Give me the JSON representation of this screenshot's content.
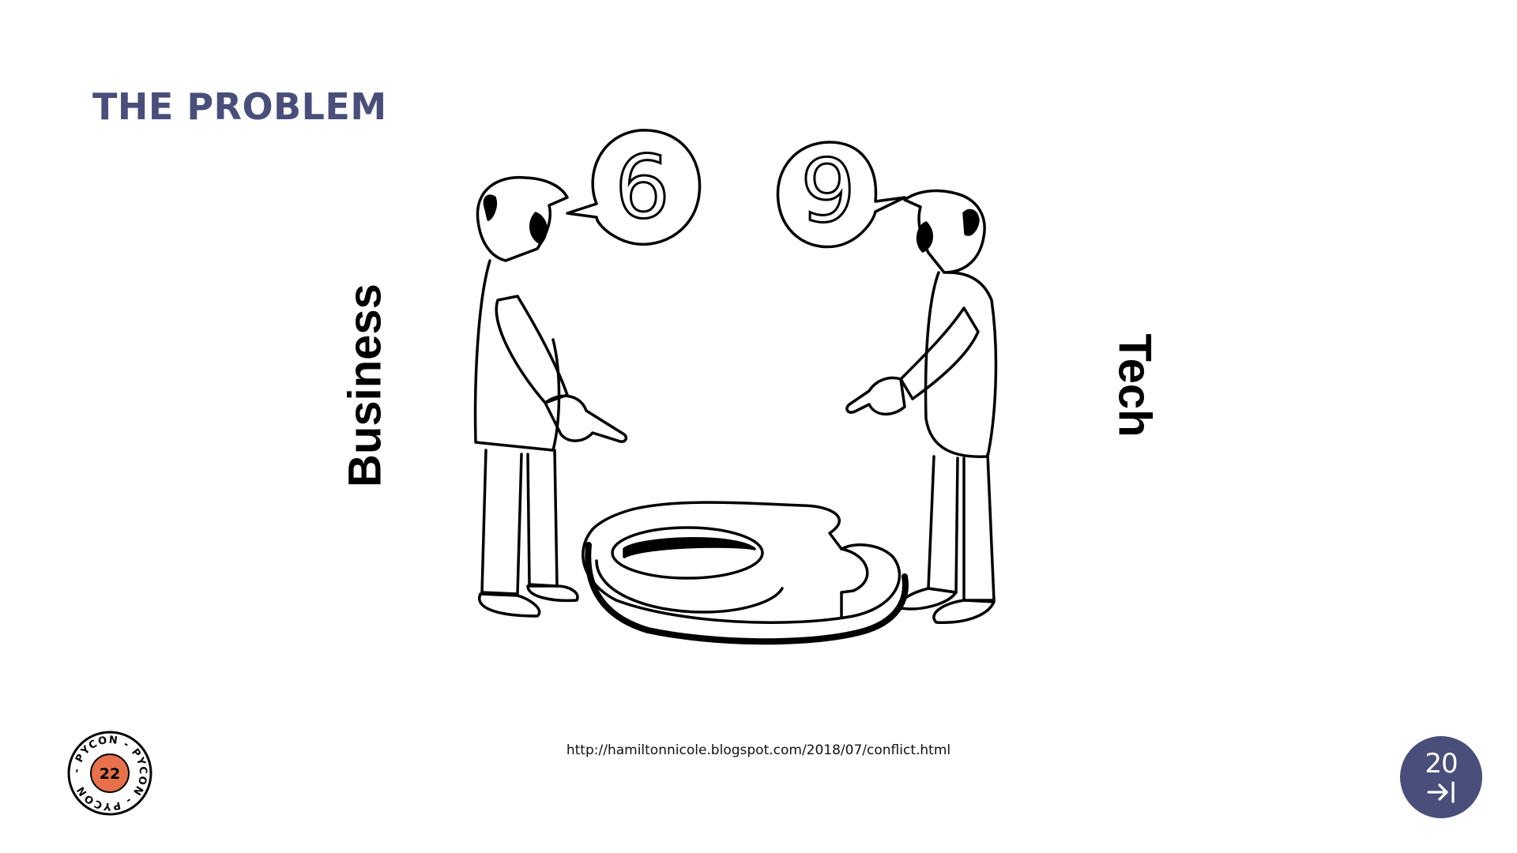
{
  "slide": {
    "title": "THE PROBLEM",
    "label_left": "Business",
    "label_right": "Tech",
    "source_url": "http://hamiltonnicole.blogspot.com/2018/07/conflict.html",
    "page_number": "20"
  },
  "cartoon": {
    "bubble_left": "6",
    "bubble_right": "9",
    "floor_digit": "6"
  },
  "logo": {
    "ring_text": "- PYCON - PYCON - PYCON",
    "number": "22"
  },
  "colors": {
    "accent": "#4a4e7a",
    "logo_orange": "#e8704a",
    "ink": "#000000"
  },
  "icons": {
    "page_arrow": "arrow-right-to-bar-icon"
  }
}
